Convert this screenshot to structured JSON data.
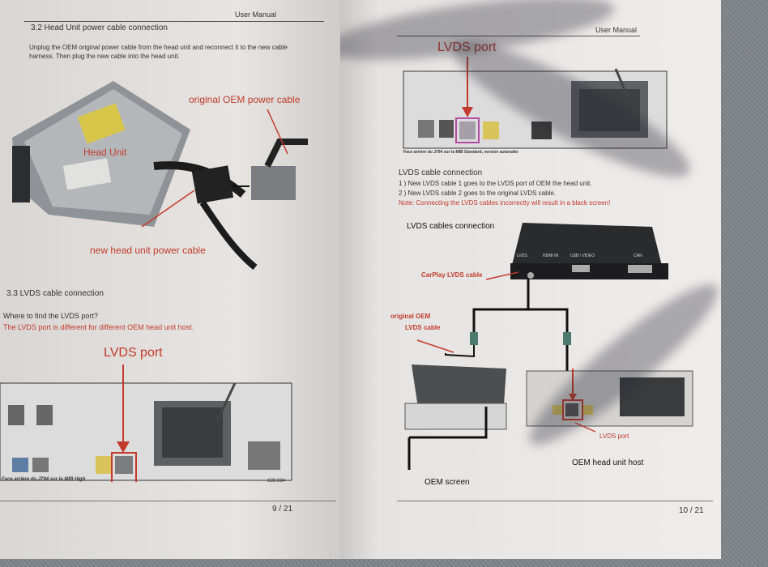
{
  "colors": {
    "accent_red": "#c23a2b",
    "paper": "#e8e6e3",
    "ink": "#222222"
  },
  "left_page": {
    "header": "User Manual",
    "section_3_2": {
      "title": "3.2   Head Unit power cable connection",
      "body_line1": "Unplug the OEM original power cable from the head unit and reconnect it to the new cable",
      "body_line2": "harness. Then plug the new cable into the head unit."
    },
    "labels": {
      "head_unit": "Head Unit",
      "original_oem_power_cable": "original OEM power cable",
      "new_head_unit_power_cable": "new head unit power cable"
    },
    "section_3_3": {
      "title": "3.3   LVDS cable connection",
      "question": "Where to find the LVDS port?",
      "answer": "The LVDS port is different for different OEM head unit host."
    },
    "lvds_port_label": "LVDS port",
    "photo_caption": "Face arrière du J794 sur la MIB High",
    "photo_code": "638.034",
    "page_number": "9 / 21"
  },
  "right_page": {
    "header": "User Manual",
    "lvds_port_label": "LVDS port",
    "photo_caption": "Face arrière du J794 sur la MIB Standard, version autoradio",
    "lvds_cable_connection": {
      "title": "LVDS cable connection",
      "line1": "1 ) New LVDS cable 1 goes to the LVDS port of OEM the head unit.",
      "line2": "2 ) New LVDS cable 2 goes to the original LVDS cable.",
      "note": "Note: Connecting the LVDS cables incorrectly will result in a black screen!"
    },
    "diagram": {
      "title": "LVDS cables connection",
      "box_ports": [
        "LVDS",
        "HDMI IN",
        "USB / VIDEO",
        "CAN"
      ],
      "carplay_lvds_cable": "CarPlay LVDS cable",
      "original_oem_lvds_cable_line1": "original OEM",
      "original_oem_lvds_cable_line2": "LVDS cable",
      "lvds_port": "LVDS port",
      "oem_screen": "OEM screen",
      "oem_head_unit_host": "OEM head unit host"
    },
    "page_number": "10 / 21"
  }
}
